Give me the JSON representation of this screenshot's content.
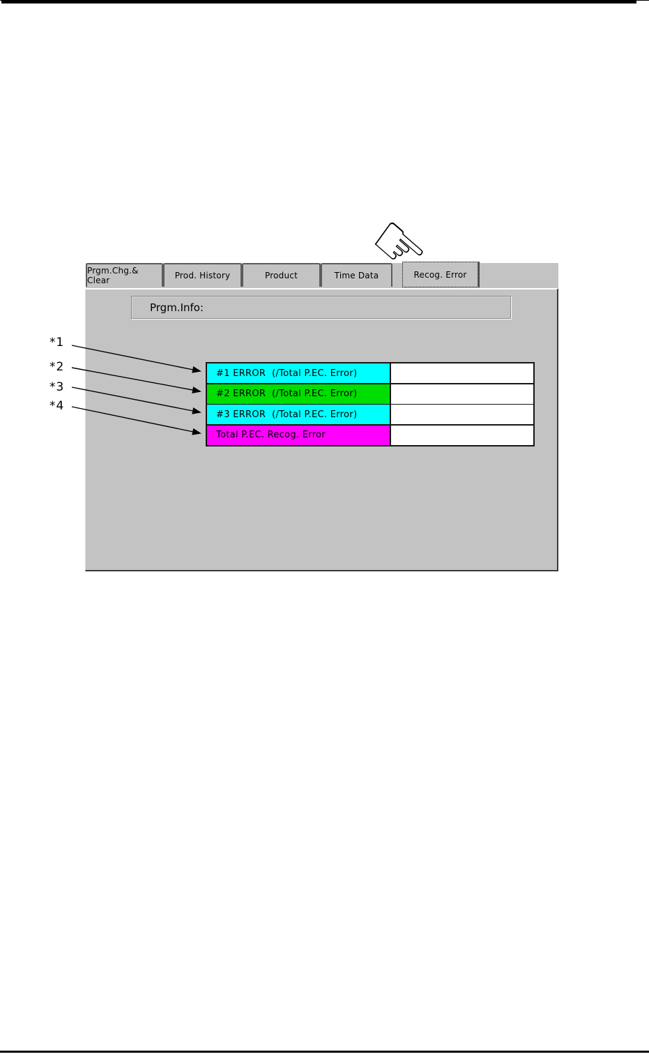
{
  "tabs": [
    {
      "label": "Prgm.Chg.& Clear",
      "selected": false
    },
    {
      "label": "Prod. History",
      "selected": false
    },
    {
      "label": "Product",
      "selected": false
    },
    {
      "label": "Time Data",
      "selected": false
    },
    {
      "label": "Recog. Error",
      "selected": true
    }
  ],
  "panel": {
    "prgm_info_label": "Prgm.Info:"
  },
  "error_table": {
    "rows": [
      {
        "label": "#1 ERROR  (/Total P.EC. Error)",
        "color": "#00ffff",
        "value": ""
      },
      {
        "label": "#2 ERROR  (/Total P.EC. Error)",
        "color": "#00dd00",
        "value": ""
      },
      {
        "label": "#3 ERROR  (/Total P.EC. Error)",
        "color": "#00ffff",
        "value": ""
      },
      {
        "label": "Total P.EC. Recog. Error",
        "color": "#ff00ff",
        "value": ""
      }
    ]
  },
  "annotations": [
    {
      "label": "*1"
    },
    {
      "label": "*2"
    },
    {
      "label": "*3"
    },
    {
      "label": "*4"
    }
  ],
  "icons": {
    "pointing_hand": "☞"
  },
  "colors": {
    "panel_gray": "#c3c3c3",
    "row_cyan": "#00ffff",
    "row_green": "#00dd00",
    "row_magenta": "#ff00ff",
    "page_rule": "#000000"
  }
}
